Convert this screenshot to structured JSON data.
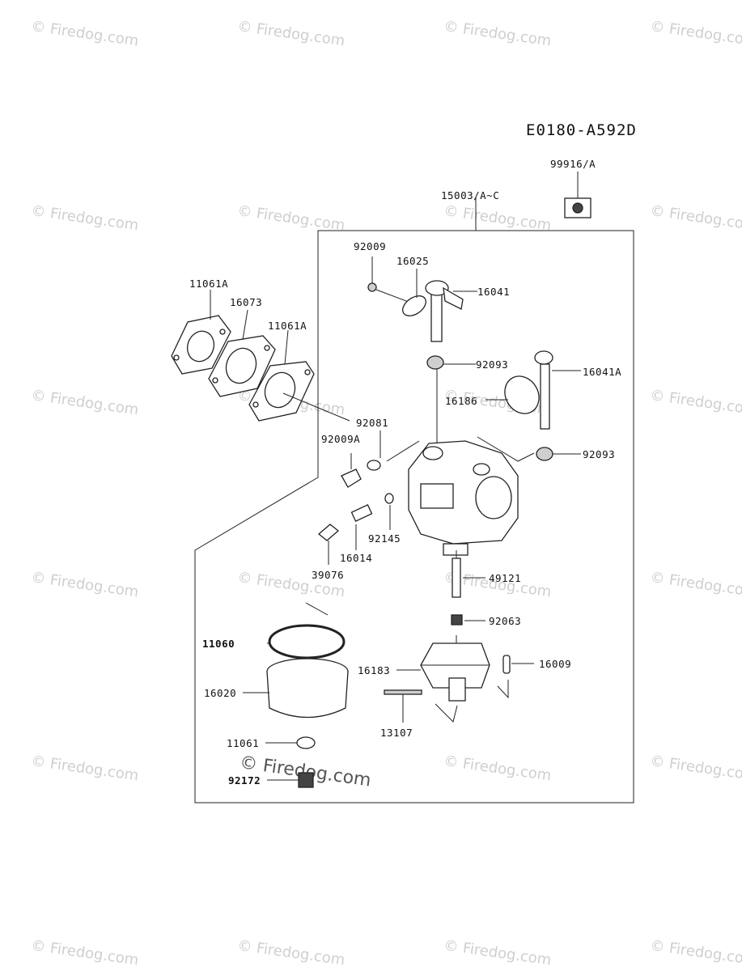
{
  "diagram_id": "E0180-A592D",
  "watermark": "© Firedog.com",
  "callouts": {
    "c99916A": "99916/A",
    "c15003": "15003/A~C",
    "c92009": "92009",
    "c16025": "16025",
    "c16041": "16041",
    "c11061A_top": "11061A",
    "c16073": "16073",
    "c11061A_mid": "11061A",
    "c92093_top": "92093",
    "c16041A": "16041A",
    "c16186": "16186",
    "c92081": "92081",
    "c92009A": "92009A",
    "c92093_right": "92093",
    "c92145": "92145",
    "c16014": "16014",
    "c39076": "39076",
    "c49121": "49121",
    "c92063": "92063",
    "c11060": "11060",
    "c16183": "16183",
    "c16009": "16009",
    "c16020": "16020",
    "c13107": "13107",
    "c11061": "11061",
    "c92172": "92172"
  }
}
